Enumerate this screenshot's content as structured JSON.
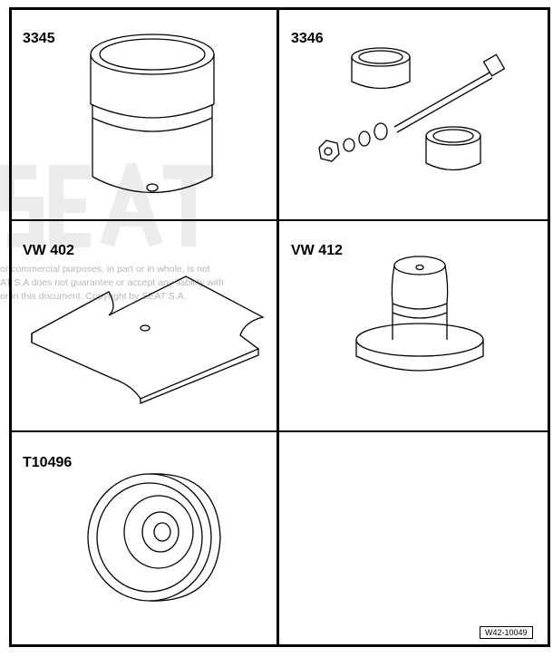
{
  "cells": [
    {
      "label": "3345",
      "tool": "cylinder-sleeve"
    },
    {
      "label": "3346",
      "tool": "bolt-and-sleeve-set"
    },
    {
      "label": "VW 402",
      "tool": "base-plate"
    },
    {
      "label": "VW 412",
      "tool": "press-mandrel"
    },
    {
      "label": "T10496",
      "tool": "pressure-disc"
    },
    {
      "label": "",
      "tool": ""
    }
  ],
  "watermark": {
    "lines": [
      "or commercial purposes, in part or in whole, is not",
      "AT S.A does not guarantee or accept any liability with",
      "or in this document. Copyright by SEAT S.A."
    ],
    "logo": "SEAT"
  },
  "figure_code": "W42-10049"
}
